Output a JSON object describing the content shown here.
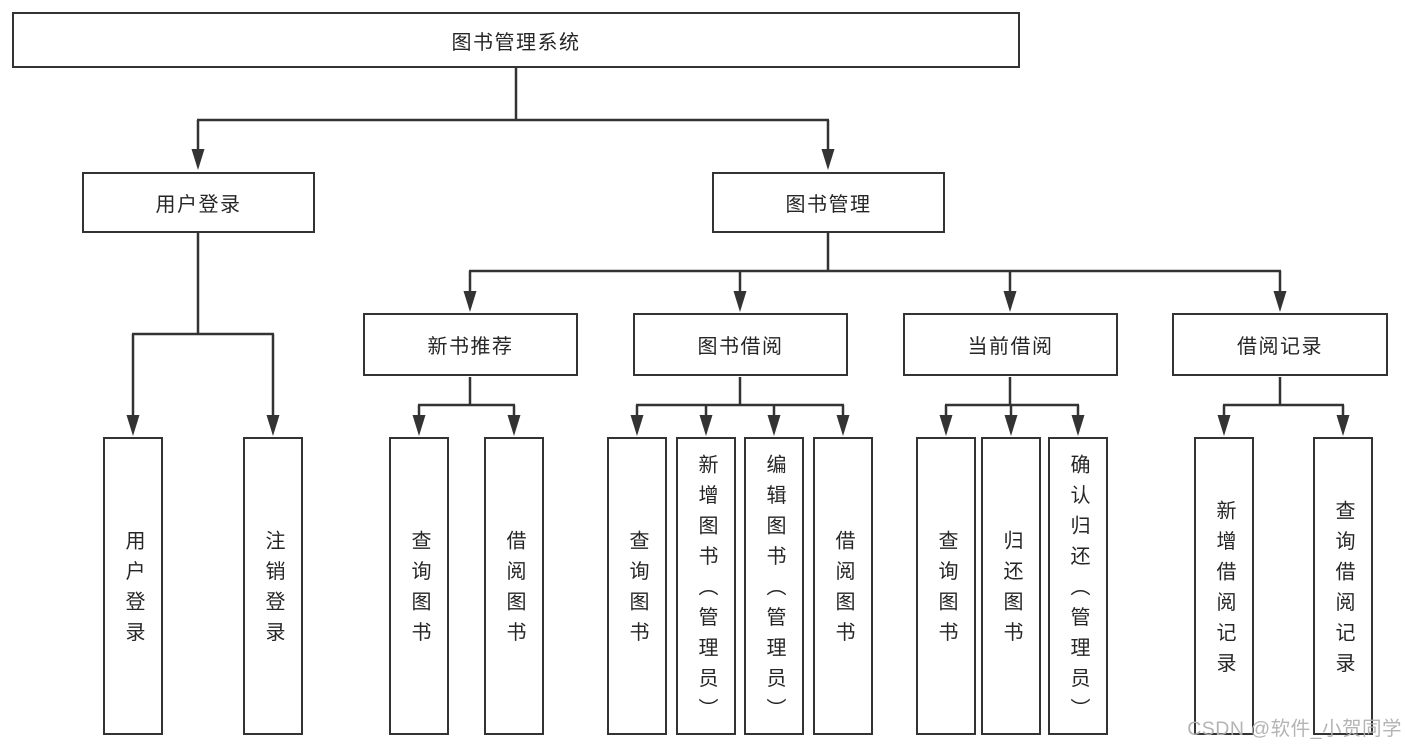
{
  "tree": {
    "label": "图书管理系统",
    "children": [
      {
        "label": "用户登录",
        "children": [
          {
            "label": "用户登录"
          },
          {
            "label": "注销登录"
          }
        ]
      },
      {
        "label": "图书管理",
        "children": [
          {
            "label": "新书推荐",
            "children": [
              {
                "label": "查询图书"
              },
              {
                "label": "借阅图书"
              }
            ]
          },
          {
            "label": "图书借阅",
            "children": [
              {
                "label": "查询图书"
              },
              {
                "label": "新增图书（管理员）"
              },
              {
                "label": "编辑图书（管理员）"
              },
              {
                "label": "借阅图书"
              }
            ]
          },
          {
            "label": "当前借阅",
            "children": [
              {
                "label": "查询图书"
              },
              {
                "label": "归还图书"
              },
              {
                "label": "确认归还（管理员）"
              }
            ]
          },
          {
            "label": "借阅记录",
            "children": [
              {
                "label": "新增借阅记录"
              },
              {
                "label": "查询借阅记录"
              }
            ]
          }
        ]
      }
    ]
  },
  "watermark": {
    "text": "CSDN @软件_小贺同学"
  },
  "colors": {
    "line": "#333333",
    "text": "#262626",
    "box_fill": "#ffffff",
    "background": "#ffffff",
    "watermark": "#b0b0b0"
  }
}
